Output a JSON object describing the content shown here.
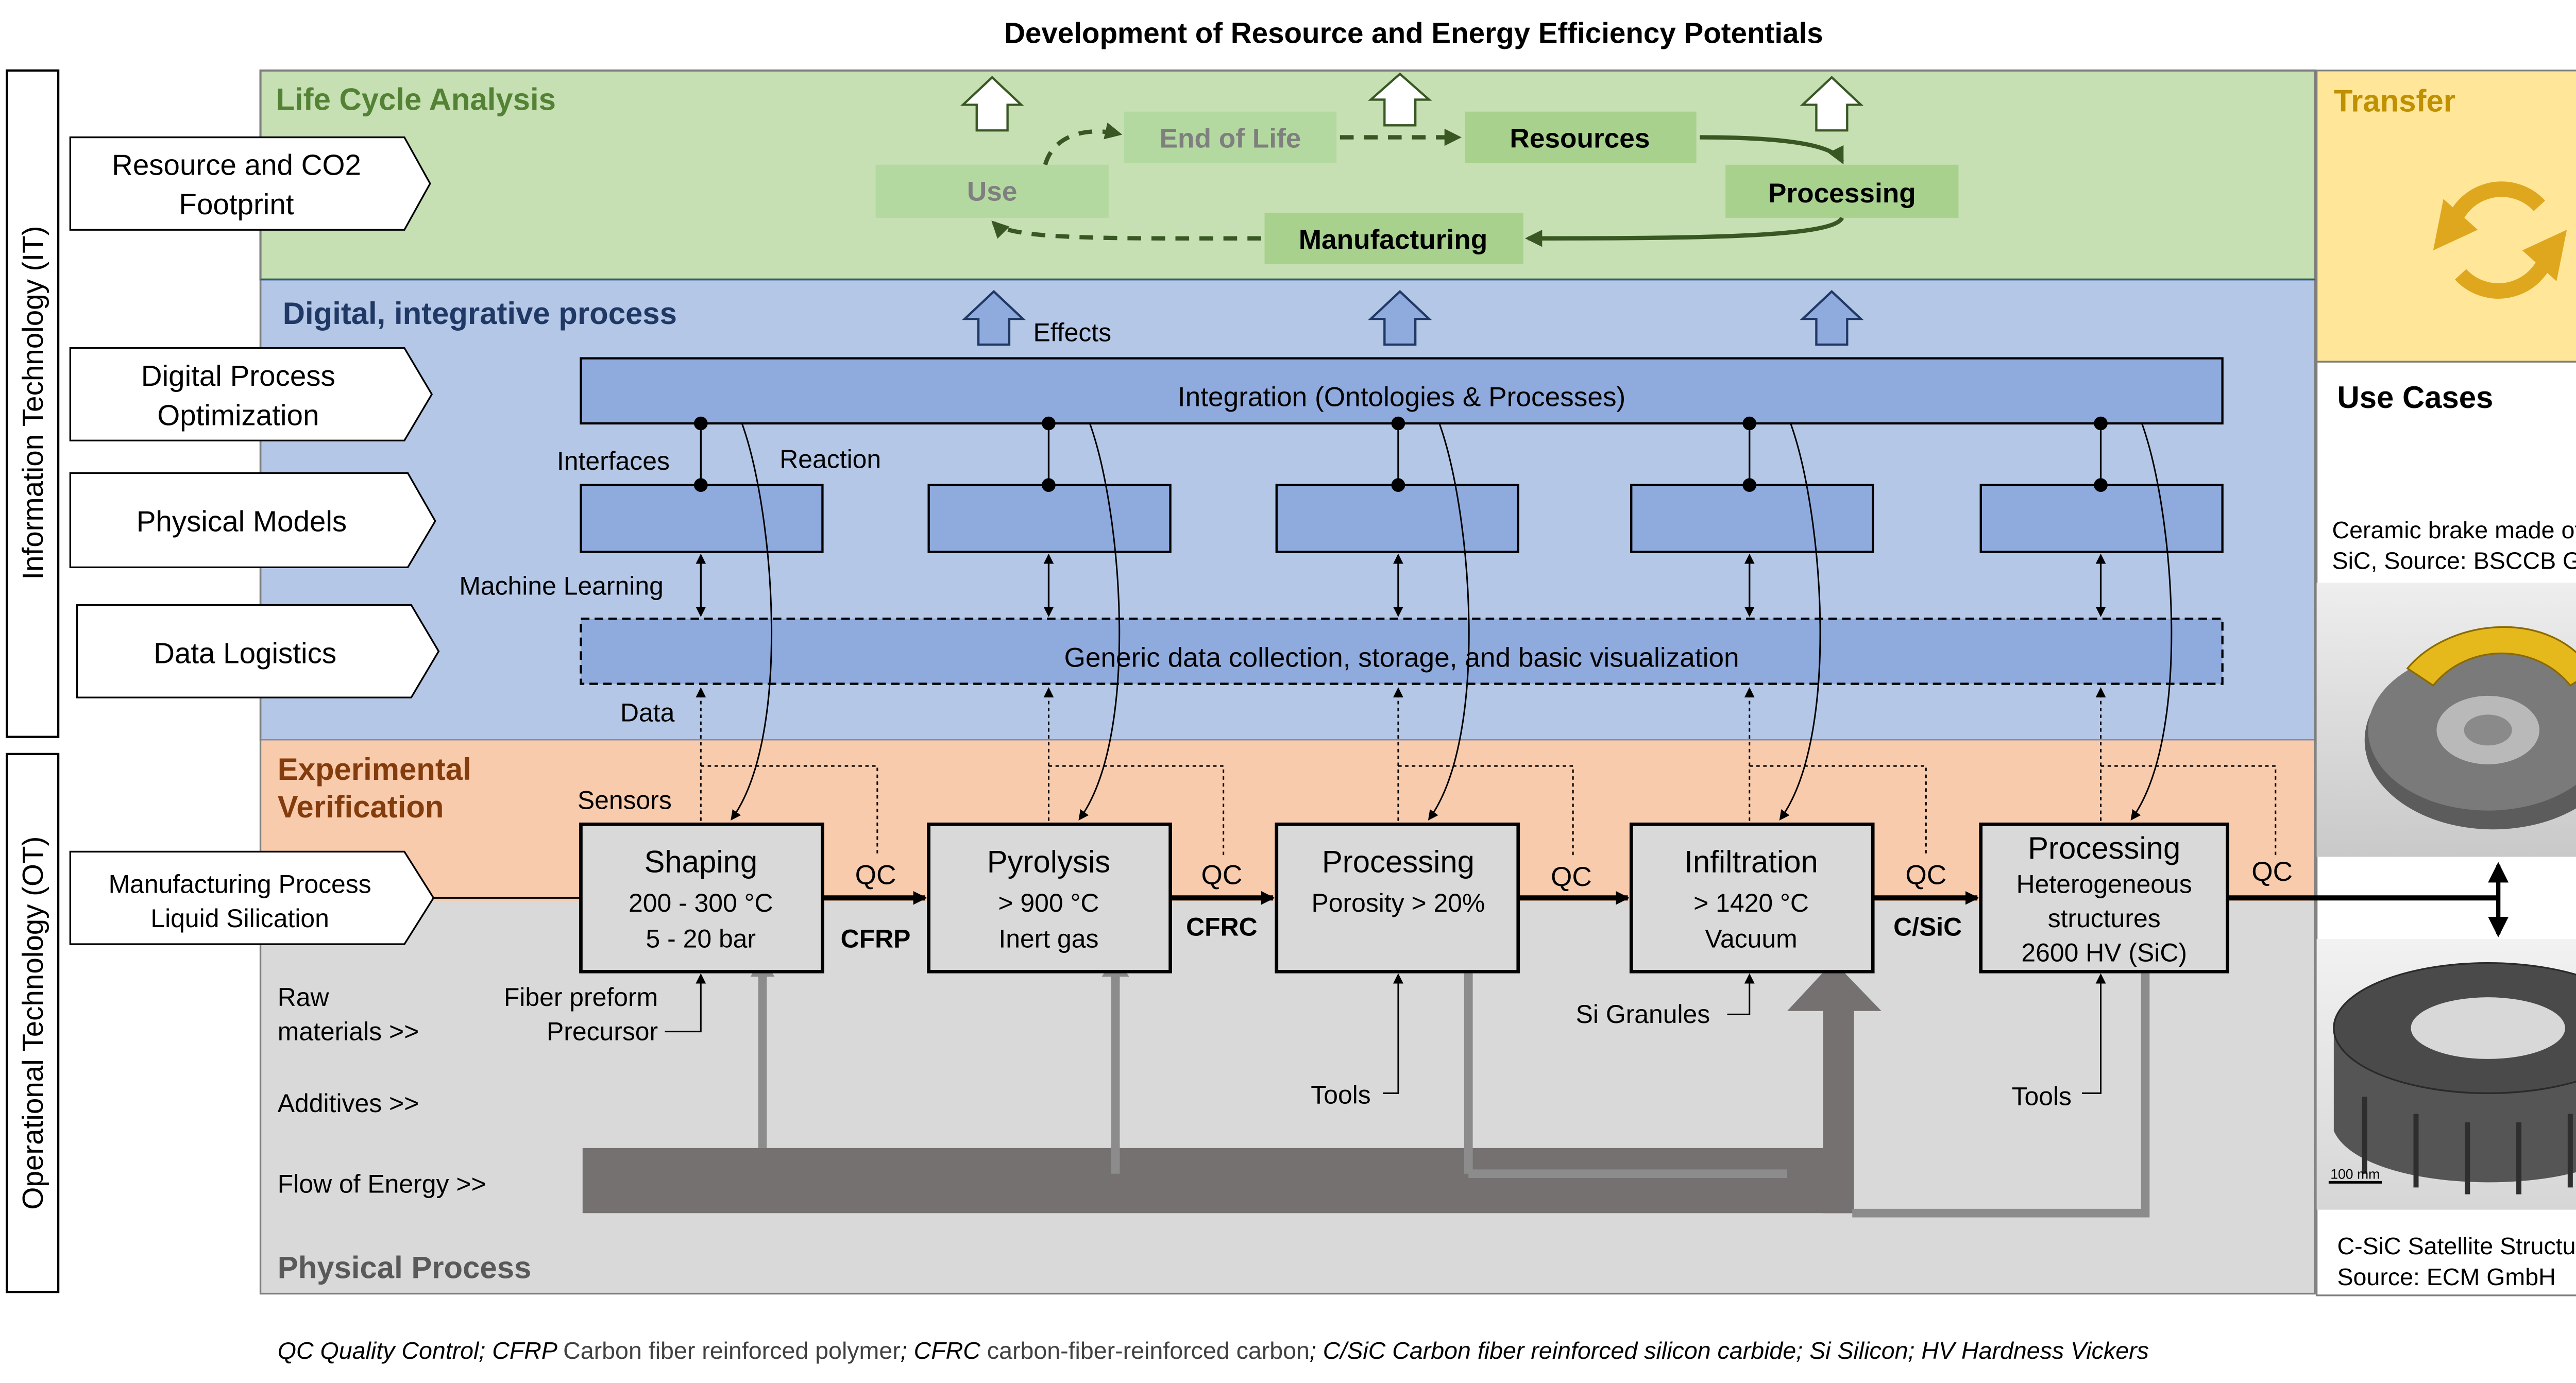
{
  "title": "Development of Resource and Energy Efficiency Potentials",
  "side_labels": {
    "it": "Information Technology (IT)",
    "ot": "Operational Technology (OT)"
  },
  "left_labels": {
    "resource": [
      "Resource and CO2",
      "Footprint"
    ],
    "optimization": [
      "Digital Process",
      "Optimization"
    ],
    "physical_models": "Physical Models",
    "data_logistics": "Data Logistics",
    "manufacturing": [
      "Manufacturing Process",
      "Liquid Silication"
    ]
  },
  "sections": {
    "lca": "Life Cycle Analysis",
    "digital": "Digital, integrative process",
    "experimental": [
      "Experimental",
      "Verification"
    ],
    "physical": "Physical Process",
    "transfer": "Transfer",
    "use_cases": "Use Cases"
  },
  "lifecycle": {
    "end_of_life": "End of Life",
    "resources": "Resources",
    "use": "Use",
    "processing": "Processing",
    "manufacturing": "Manufacturing",
    "effects": "Effects"
  },
  "digital": {
    "integration": "Integration (Ontologies & Processes)",
    "generic": "Generic data collection, storage, and basic visualization",
    "interfaces": "Interfaces",
    "reaction": "Reaction",
    "machine_learning": "Machine Learning",
    "data": "Data",
    "sensors": "Sensors"
  },
  "process_steps": [
    {
      "title": "Shaping",
      "lines": [
        "200 - 300 °C",
        "5 - 20 bar"
      ]
    },
    {
      "title": "Pyrolysis",
      "lines": [
        "> 900 °C",
        "Inert gas"
      ]
    },
    {
      "title": "Processing",
      "lines": [
        "Porosity > 20%"
      ]
    },
    {
      "title": "Infiltration",
      "lines": [
        "> 1420 °C",
        "Vacuum"
      ]
    },
    {
      "title": "Processing",
      "lines": [
        "Heterogeneous",
        "structures",
        "2600 HV (SiC)"
      ]
    }
  ],
  "qc": "QC",
  "intermediates": [
    "CFRP",
    "CFRC",
    "C/SiC"
  ],
  "inputs": {
    "raw": [
      "Raw",
      "materials >>"
    ],
    "additives": "Additives >>",
    "energy": "Flow of Energy >>",
    "fiber": [
      "Fiber preform",
      "Precursor"
    ],
    "granules": "Si Granules",
    "tools1": "Tools",
    "tools2": "Tools"
  },
  "use_cases": {
    "brake_caption": [
      "Ceramic brake made of C-",
      "SiC, Source: BSCCB GmbH"
    ],
    "satellite_caption": [
      "C-SiC Satellite Structure,",
      "Source: ECM GmbH"
    ],
    "scale": "100 mm"
  },
  "footnote": [
    {
      "text": "QC Quality Control; ",
      "style": "italic"
    },
    {
      "text": "CFRP ",
      "style": "italic"
    },
    {
      "text": "Carbon fiber reinforced polymer",
      "style": "normal"
    },
    {
      "text": "; CFRC ",
      "style": "italic"
    },
    {
      "text": "carbon-fiber-reinforced carbon",
      "style": "normal"
    },
    {
      "text": "; C/SiC Carbon fiber reinforced silicon carbide; Si Silicon; HV Hardness Vickers",
      "style": "italic"
    }
  ],
  "colors": {
    "lca_bg": "#c6e0b4",
    "lca_border": "#548235",
    "lca_title": "#548235",
    "digital_bg": "#b4c7e7",
    "digital_title": "#203864",
    "box_blue": "#8faadc",
    "exp_bg": "#f8cbad",
    "exp_title": "#843c0c",
    "phys_bg": "#d9d9d9",
    "phys_title": "#595959",
    "transfer_bg": "#ffe699",
    "transfer_title": "#bf9000",
    "transfer_icon": "#dfa71e",
    "cycle_box": "#a9d18e",
    "cycle_faded_box": "#b3d9a0",
    "cycle_faded_text": "#7f7f7f",
    "energy_dark": "#767171",
    "energy_light": "#8c8c8c"
  }
}
